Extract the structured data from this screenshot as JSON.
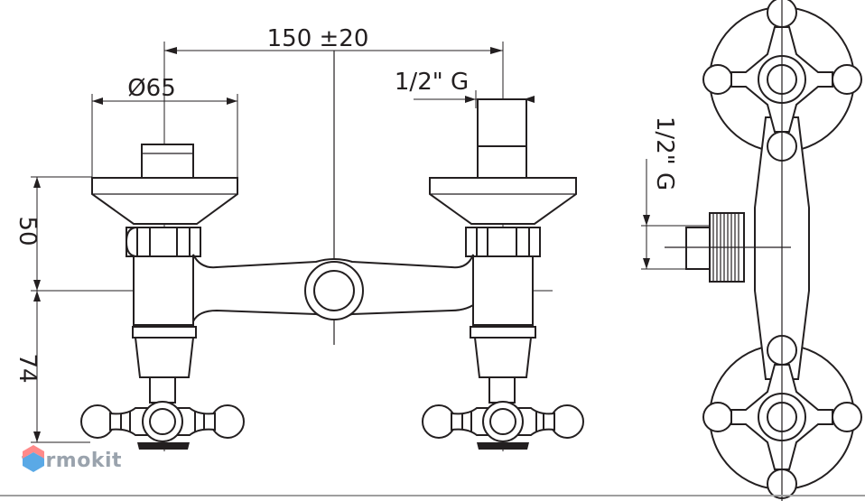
{
  "dimensions": {
    "center_distance": "150 ±20",
    "diameter": "Ø65",
    "thread_top": "1/2\" G",
    "thread_side": "1/2\" G",
    "height_top": "50",
    "height_bottom": "74"
  },
  "watermark": {
    "brand": "termokit",
    "colors": {
      "top": "#ff8a8a",
      "bottom": "#5aa9e6",
      "text": "#9aa3ad"
    }
  },
  "colors": {
    "line": "#231f20"
  }
}
